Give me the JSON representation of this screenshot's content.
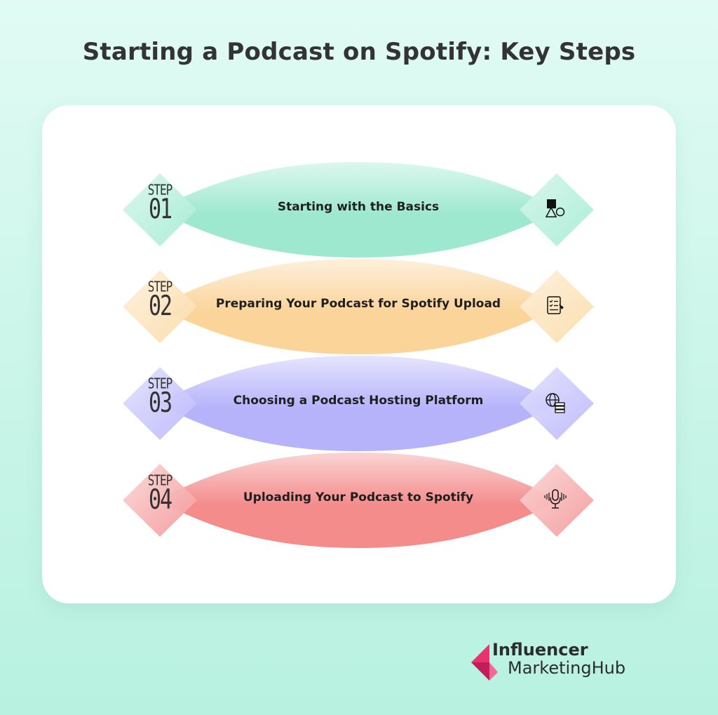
{
  "title": "Starting a Podcast on Spotify: Key Steps",
  "steps": [
    {
      "word": "STEP",
      "number": "01",
      "label": "Starting with the Basics",
      "icon": "shapes-icon",
      "colors": {
        "body": "#9ee8cf",
        "body_light": "#dcf8ef",
        "diamond": "#a9ecd6",
        "diamond_light": "#d8f7ec"
      }
    },
    {
      "word": "STEP",
      "number": "02",
      "label": "Preparing Your Podcast for Spotify Upload",
      "icon": "checklist-icon",
      "colors": {
        "body": "#fbd49a",
        "body_light": "#fdf0dc",
        "diamond": "#fcdca9",
        "diamond_light": "#fdf1de"
      }
    },
    {
      "word": "STEP",
      "number": "03",
      "label": "Choosing a Podcast Hosting Platform",
      "icon": "globe-server-icon",
      "colors": {
        "body": "#b6b3fb",
        "body_light": "#e6e5fe",
        "diamond": "#bcb9fb",
        "diamond_light": "#e3e2fe"
      }
    },
    {
      "word": "STEP",
      "number": "04",
      "label": "Uploading Your Podcast to Spotify",
      "icon": "microphone-icon",
      "colors": {
        "body": "#f48c8c",
        "body_light": "#fbd4d4",
        "diamond": "#f49a9a",
        "diamond_light": "#fbd8d8"
      }
    }
  ],
  "logo": {
    "line1": "Influencer",
    "line2": "MarketingHub",
    "colors": {
      "dark": "#c21d5b",
      "mid": "#e8336d",
      "light": "#f06a93"
    }
  }
}
